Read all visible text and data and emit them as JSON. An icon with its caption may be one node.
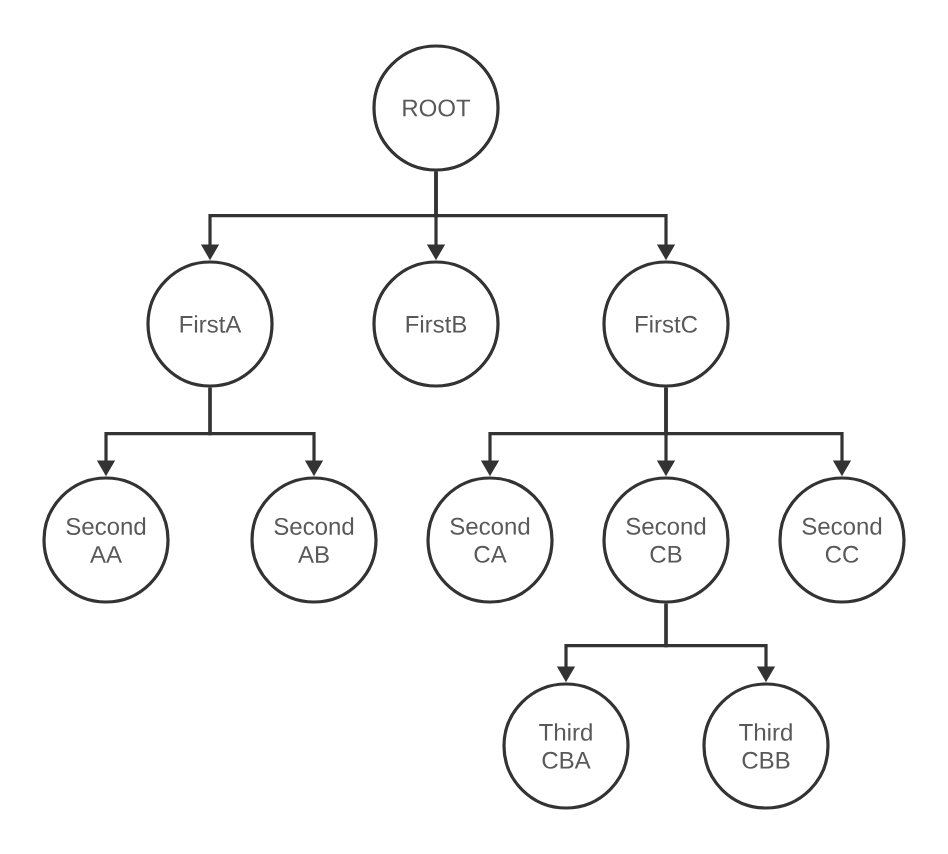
{
  "diagram": {
    "nodes": [
      {
        "text": [
          "ROOT"
        ]
      },
      {
        "text": [
          "FirstA"
        ]
      },
      {
        "text": [
          "FirstB"
        ]
      },
      {
        "text": [
          "FirstC"
        ]
      },
      {
        "text": [
          "Second AA"
        ]
      },
      {
        "text": [
          "Second AB"
        ]
      },
      {
        "text": [
          "Second CA"
        ]
      },
      {
        "text": [
          "Second CB"
        ]
      },
      {
        "text": [
          "Second CC"
        ]
      },
      {
        "text": [
          "Third CBA"
        ]
      },
      {
        "text": [
          "Third CBB"
        ]
      }
    ],
    "edges": [
      {
        "from": 0,
        "to": 1,
        "arrow": "to"
      },
      {
        "from": 0,
        "to": 2,
        "arrow": "to"
      },
      {
        "from": 0,
        "to": 3,
        "arrow": "to"
      },
      {
        "from": 1,
        "to": 4,
        "arrow": "to"
      },
      {
        "from": 1,
        "to": 5,
        "arrow": "to"
      },
      {
        "from": 3,
        "to": 6,
        "arrow": "to"
      },
      {
        "from": 3,
        "to": 7,
        "arrow": "to"
      },
      {
        "from": 3,
        "to": 8,
        "arrow": "to"
      },
      {
        "from": 7,
        "to": 9,
        "arrow": "to"
      },
      {
        "from": 7,
        "to": 10,
        "arrow": "to"
      }
    ]
  }
}
